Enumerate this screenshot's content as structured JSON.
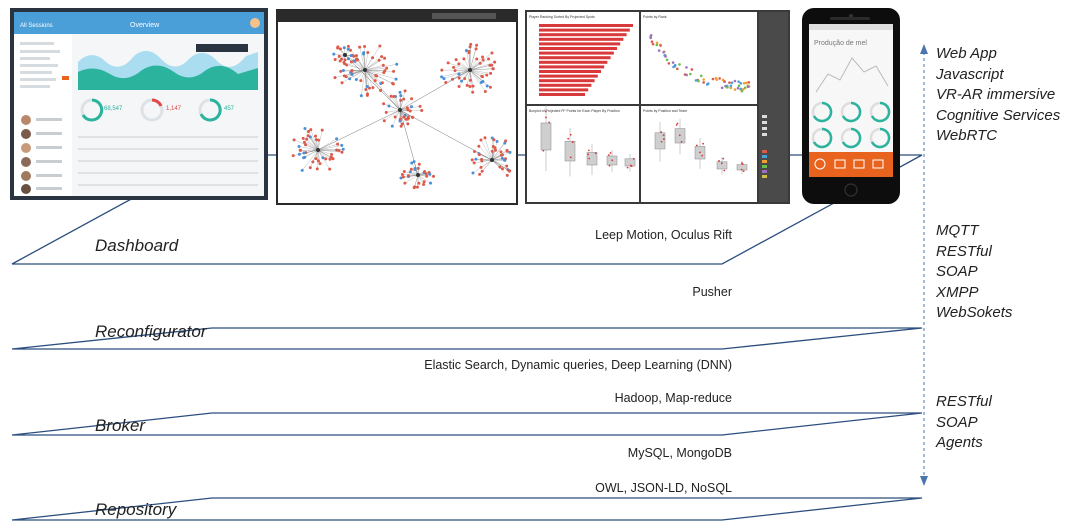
{
  "layers": [
    {
      "name": "Dashboard",
      "notes": [
        "Leep Motion, Oculus Rift"
      ]
    },
    {
      "name": "Reconfigurator",
      "notes": [
        "Pusher"
      ]
    },
    {
      "name": "Broker",
      "notes": [
        "Elastic Search, Dynamic queries, Deep Learning (DNN)",
        "Hadoop, Map-reduce"
      ]
    },
    {
      "name": "Repository",
      "notes": [
        "MySQL, MongoDB",
        "OWL, JSON-LD, NoSQL"
      ]
    }
  ],
  "protocols": {
    "top": [
      "Web App",
      "Javascript",
      "VR-AR immersive",
      "Cognitive Services",
      "WebRTC"
    ],
    "middle": [
      "MQTT",
      "RESTful",
      "SOAP",
      "XMPP",
      "WebSokets"
    ],
    "bottom": [
      "RESTful",
      "SOAP",
      "Agents"
    ]
  },
  "screenshots": {
    "dashboard_title": "Overview",
    "dashboard_back": "All Sessions",
    "dashboard_stats": [
      "68,547",
      "1,147",
      "457"
    ],
    "chart_panel_titles": [
      "Player Ranking Sorted By Projected Spots",
      "Points by Rank",
      "Boxplot of Projected FF Points for Each Player By Position",
      "Points by Position and Team"
    ],
    "mobile_title": "Produção de mel"
  },
  "colors": {
    "outline": "#2b4e7e",
    "arrow": "#4a76b0",
    "accent_orange": "#e8641e",
    "network_red": "#e05a4a",
    "network_blue": "#4a90d9"
  }
}
